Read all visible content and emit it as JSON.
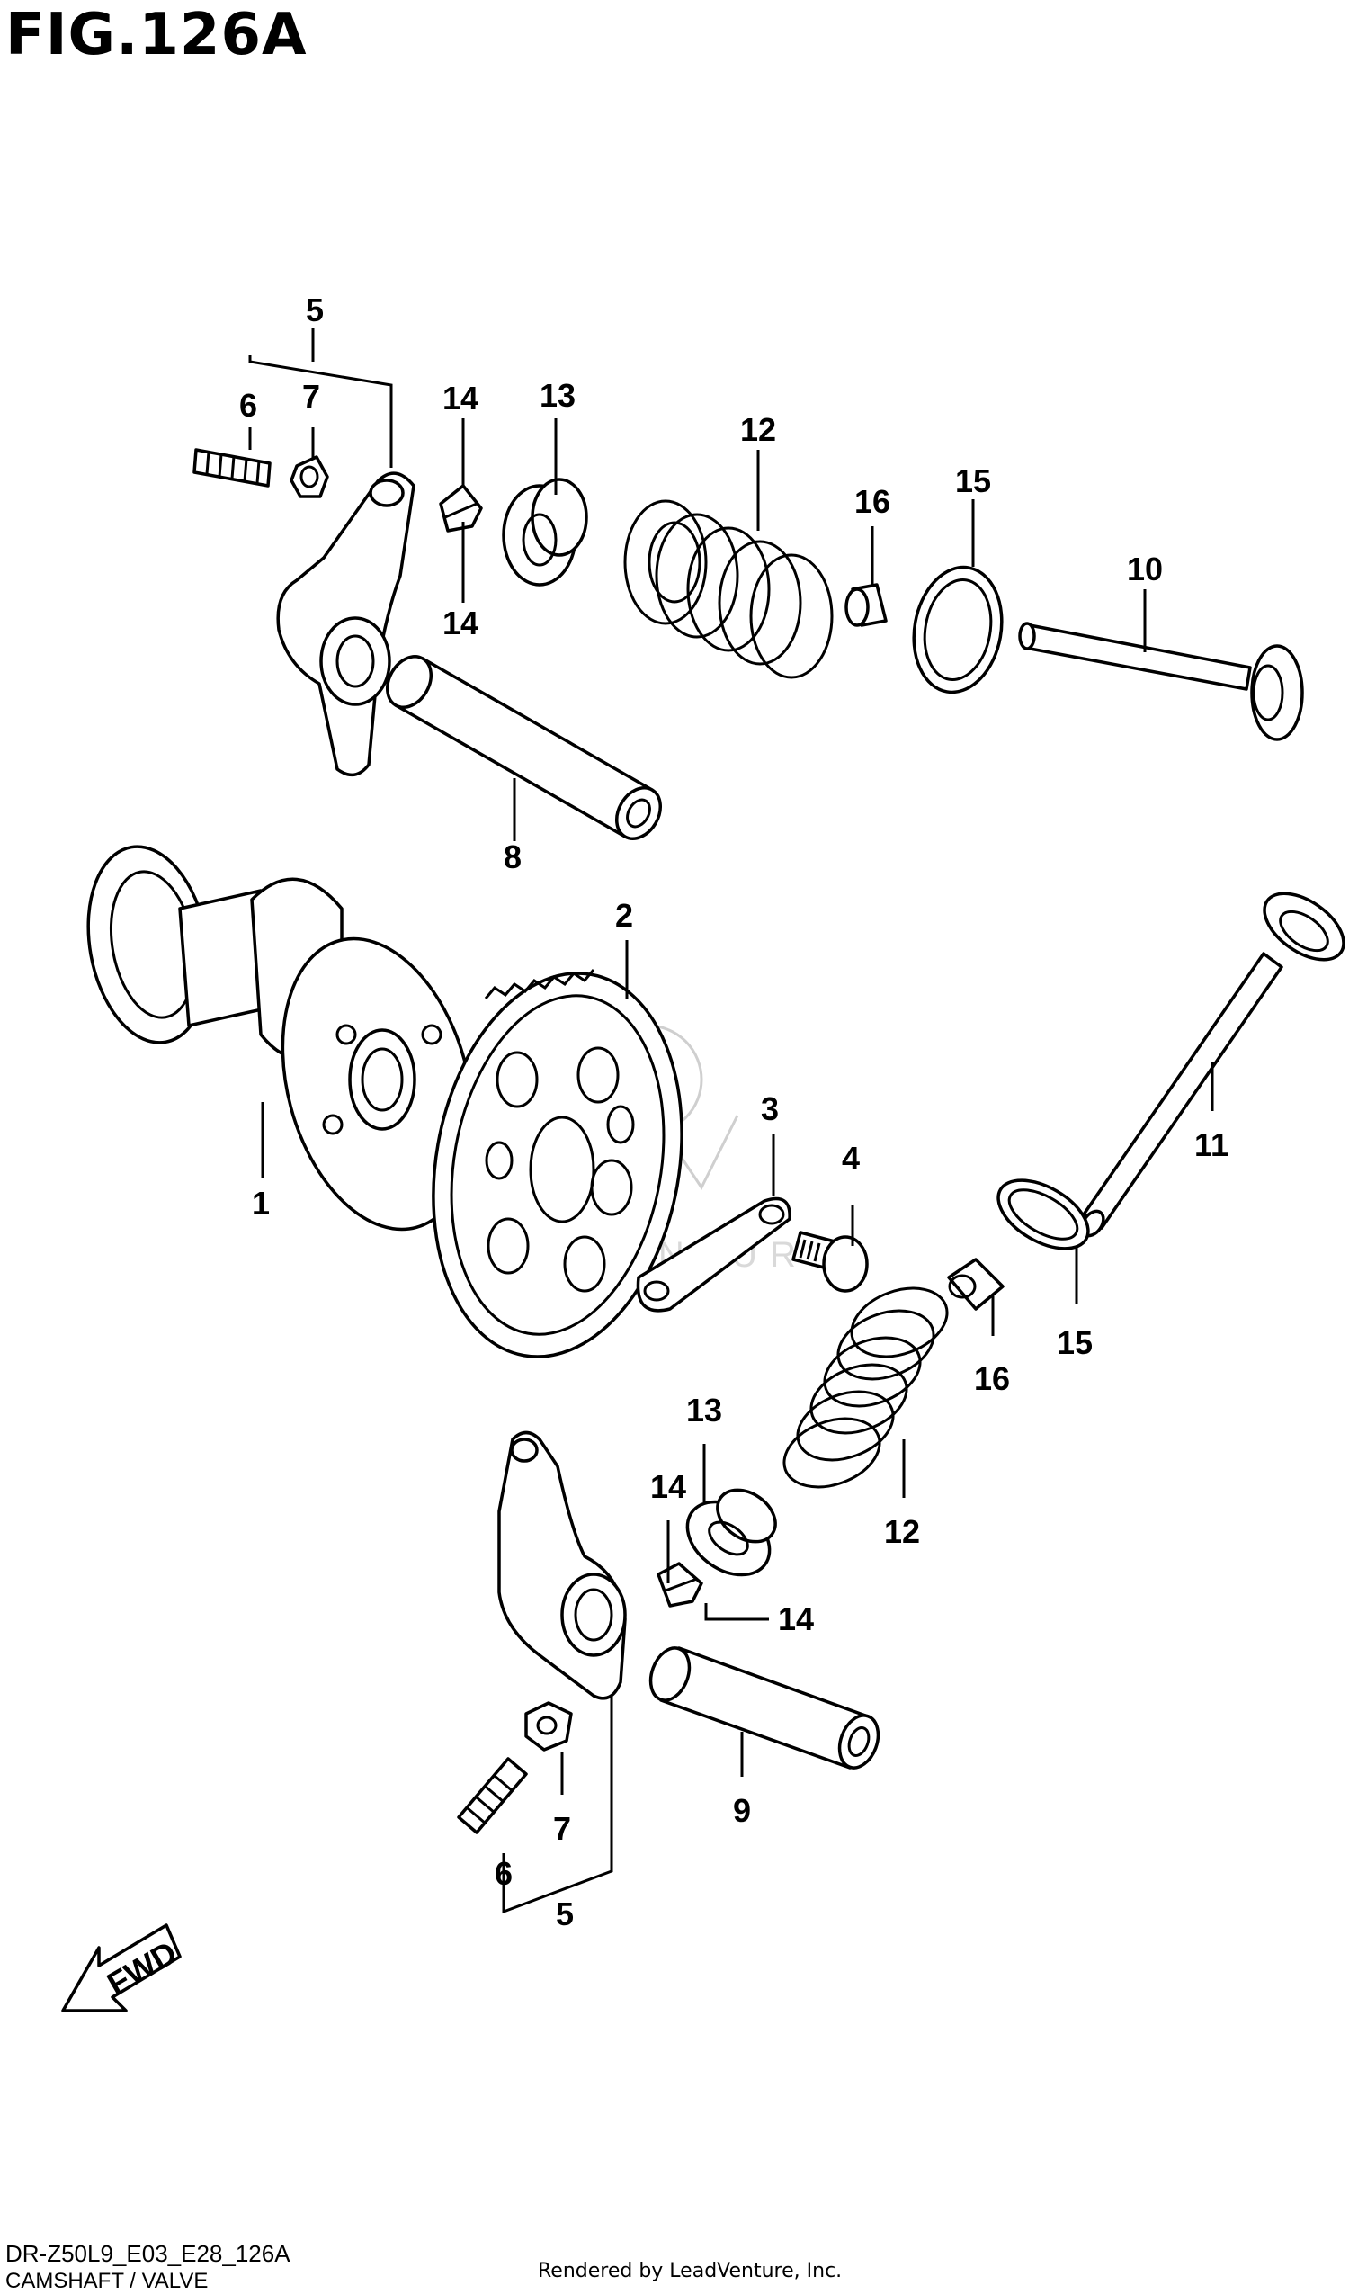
{
  "figure": {
    "title": "FIG.126A",
    "code": "DR-Z50L9_E03_E28_126A",
    "caption": "CAMSHAFT / VALVE",
    "credit": "Rendered by LeadVenture, Inc.",
    "watermark": "LEADVENTURE",
    "fwd_label": "FWD"
  },
  "callouts": {
    "c1": "1",
    "c2": "2",
    "c3": "3",
    "c4": "4",
    "c5a": "5",
    "c5b": "5",
    "c6a": "6",
    "c6b": "6",
    "c7a": "7",
    "c7b": "7",
    "c8": "8",
    "c9": "9",
    "c10": "10",
    "c11": "11",
    "c12a": "12",
    "c12b": "12",
    "c13a": "13",
    "c13b": "13",
    "c14a": "14",
    "c14b": "14",
    "c14c": "14",
    "c14d": "14",
    "c15a": "15",
    "c15b": "15",
    "c16a": "16",
    "c16b": "16"
  }
}
